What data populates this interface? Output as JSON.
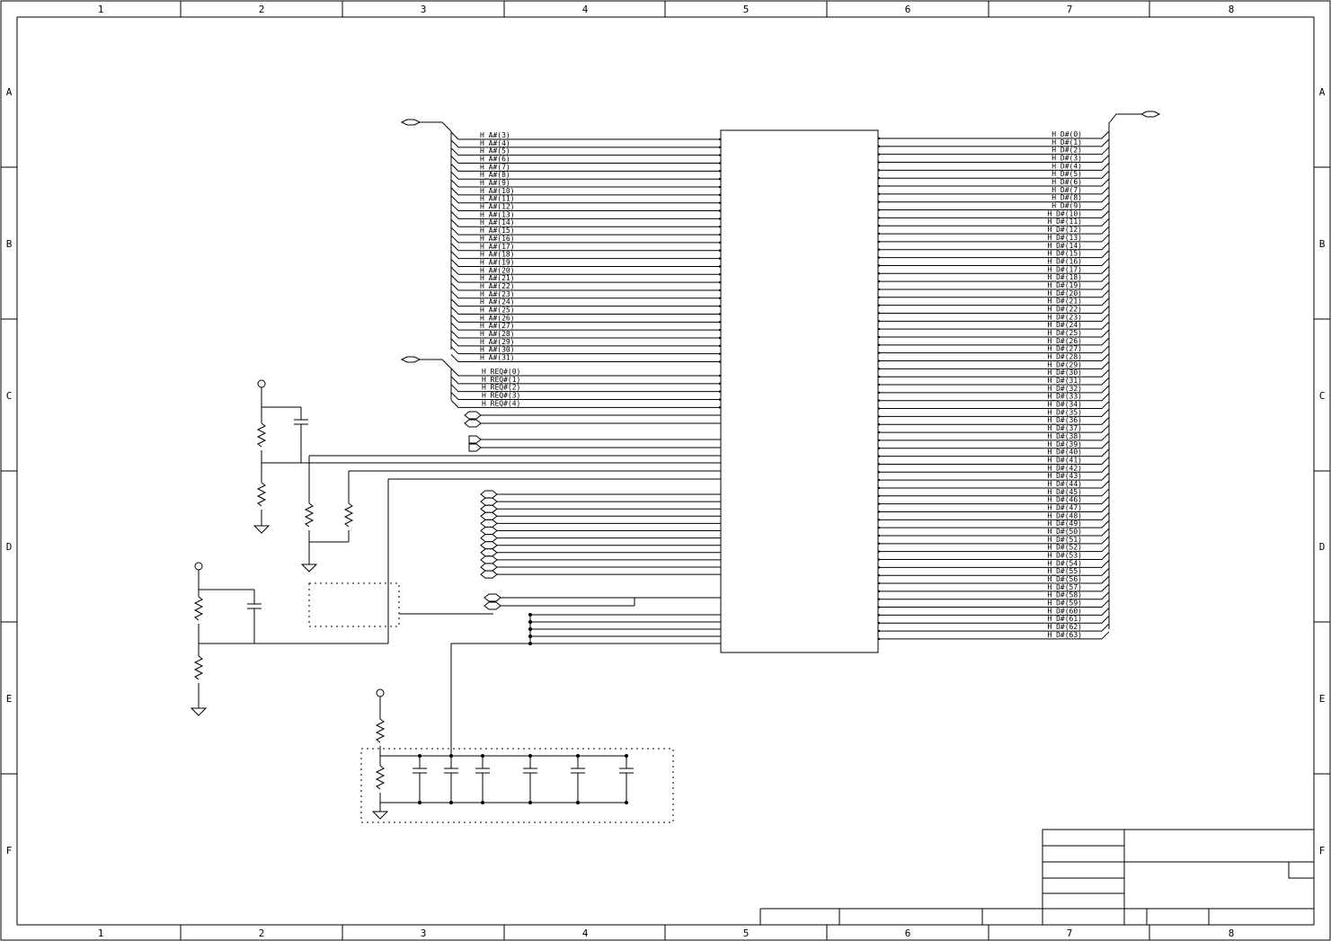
{
  "frame": {
    "columns": [
      "1",
      "2",
      "3",
      "4",
      "5",
      "6",
      "7",
      "8"
    ],
    "rows": [
      "A",
      "B",
      "C",
      "D",
      "E",
      "F"
    ]
  },
  "left_address_nets": [
    "H_A#(3)",
    "H_A#(4)",
    "H_A#(5)",
    "H_A#(6)",
    "H_A#(7)",
    "H_A#(8)",
    "H_A#(9)",
    "H_A#(10)",
    "H_A#(11)",
    "H_A#(12)",
    "H_A#(13)",
    "H_A#(14)",
    "H_A#(15)",
    "H_A#(16)",
    "H_A#(17)",
    "H_A#(18)",
    "H_A#(19)",
    "H_A#(20)",
    "H_A#(21)",
    "H_A#(22)",
    "H_A#(23)",
    "H_A#(24)",
    "H_A#(25)",
    "H_A#(26)",
    "H_A#(27)",
    "H_A#(28)",
    "H_A#(29)",
    "H_A#(30)",
    "H_A#(31)"
  ],
  "left_request_nets": [
    "H_REQ#(0)",
    "H_REQ#(1)",
    "H_REQ#(2)",
    "H_REQ#(3)",
    "H_REQ#(4)"
  ],
  "right_data_nets": [
    "H_D#(0)",
    "H_D#(1)",
    "H_D#(2)",
    "H_D#(3)",
    "H_D#(4)",
    "H_D#(5)",
    "H_D#(6)",
    "H_D#(7)",
    "H_D#(8)",
    "H_D#(9)",
    "H_D#(10)",
    "H_D#(11)",
    "H_D#(12)",
    "H_D#(13)",
    "H_D#(14)",
    "H_D#(15)",
    "H_D#(16)",
    "H_D#(17)",
    "H_D#(18)",
    "H_D#(19)",
    "H_D#(20)",
    "H_D#(21)",
    "H_D#(22)",
    "H_D#(23)",
    "H_D#(24)",
    "H_D#(25)",
    "H_D#(26)",
    "H_D#(27)",
    "H_D#(28)",
    "H_D#(29)",
    "H_D#(30)",
    "H_D#(31)",
    "H_D#(32)",
    "H_D#(33)",
    "H_D#(34)",
    "H_D#(35)",
    "H_D#(36)",
    "H_D#(37)",
    "H_D#(38)",
    "H_D#(39)",
    "H_D#(40)",
    "H_D#(41)",
    "H_D#(42)",
    "H_D#(43)",
    "H_D#(44)",
    "H_D#(45)",
    "H_D#(46)",
    "H_D#(47)",
    "H_D#(48)",
    "H_D#(49)",
    "H_D#(50)",
    "H_D#(51)",
    "H_D#(52)",
    "H_D#(53)",
    "H_D#(54)",
    "H_D#(55)",
    "H_D#(56)",
    "H_D#(57)",
    "H_D#(58)",
    "H_D#(59)",
    "H_D#(60)",
    "H_D#(61)",
    "H_D#(62)",
    "H_D#(63)"
  ],
  "colors": {
    "ink": "#000000",
    "paper": "#ffffff"
  }
}
